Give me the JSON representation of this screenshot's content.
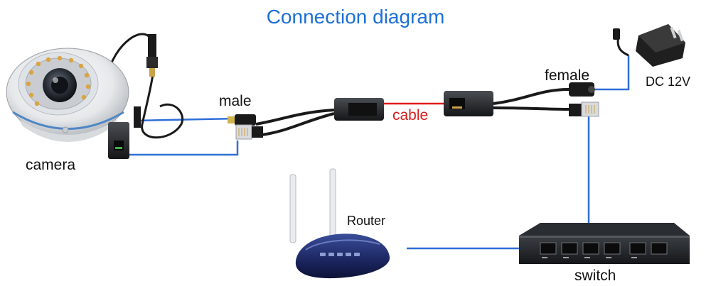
{
  "diagram": {
    "title": "Connection diagram",
    "labels": {
      "camera": "camera",
      "male": "male",
      "cable": "cable",
      "female": "female",
      "dc": "DC 12V",
      "router": "Router",
      "switch": "switch"
    },
    "colors": {
      "title": "#1c6fd6",
      "wire": "#2f6fd8",
      "cable_label": "#d61f1f",
      "cable_wire": "#e01b1b",
      "black_cable": "#1a1a1a"
    }
  }
}
